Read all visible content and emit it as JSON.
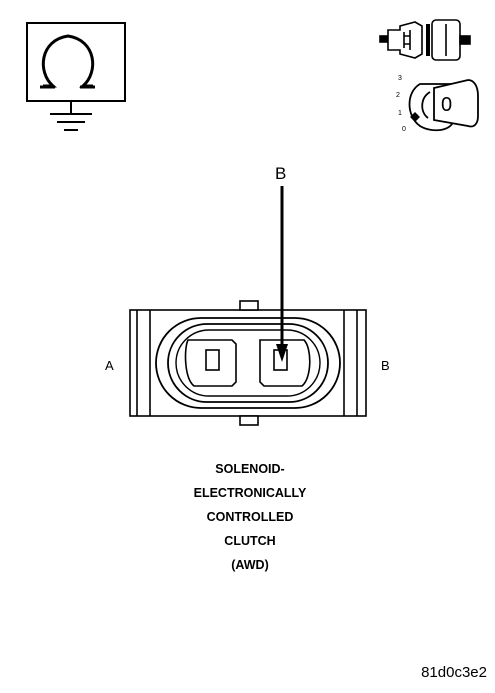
{
  "icons": {
    "meter": "ohmmeter-ground-icon",
    "connector": "disconnected-connector-icon",
    "ignition": "ignition-key-off-icon"
  },
  "ignition": {
    "positions": [
      "3",
      "2",
      "1",
      "0"
    ],
    "key_label": "0"
  },
  "connector": {
    "side_left": "A",
    "side_right": "B",
    "pin_callout": "B"
  },
  "caption": {
    "lines": [
      "SOLENOID-",
      "ELECTRONICALLY",
      "CONTROLLED",
      "CLUTCH",
      "(AWD)"
    ]
  },
  "reference_code": "81d0c3e2"
}
